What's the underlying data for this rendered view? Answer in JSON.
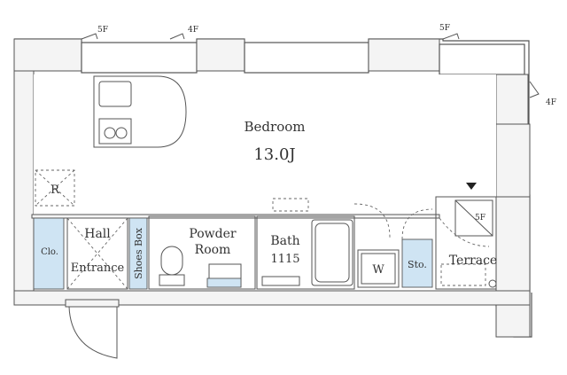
{
  "rooms": {
    "bedroom": {
      "name": "Bedroom",
      "size": "13.0J"
    },
    "hall": "Hall",
    "entrance": "Entrance",
    "shoes_box": "Shoes Box",
    "powder_room_line1": "Powder",
    "powder_room_line2": "Room",
    "bath_name": "Bath",
    "bath_size": "1115",
    "terrace": "Terrace",
    "closet": "Clo.",
    "refrigerator": "R",
    "washer": "W",
    "storage": "Sto."
  },
  "floor_markers": {
    "top_left": "5F",
    "top_mid": "4F",
    "top_right": "5F",
    "right": "4F",
    "terrace": "5F"
  },
  "colors": {
    "storage_fill": "#cfe4f3",
    "wall_stroke": "#555555"
  }
}
